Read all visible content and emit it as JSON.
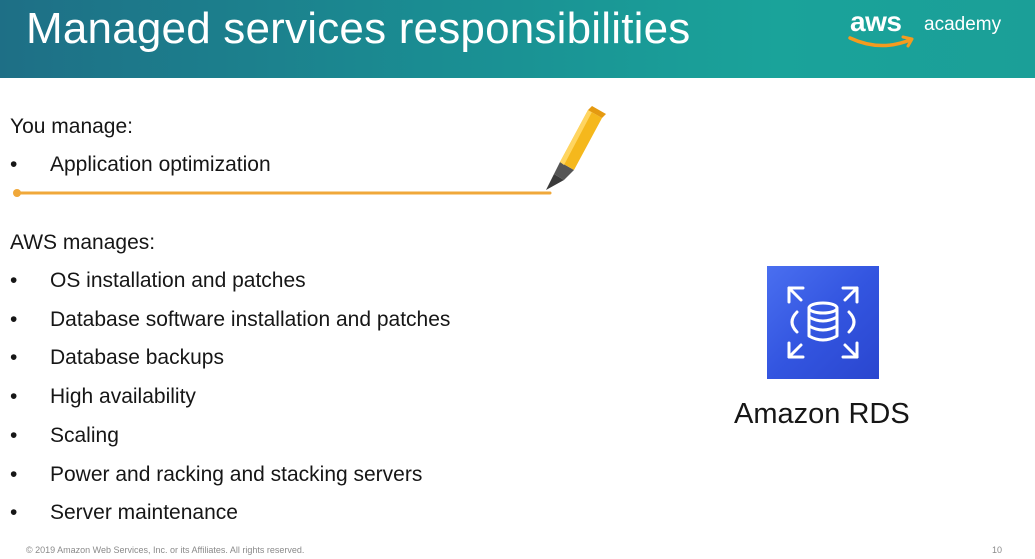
{
  "header": {
    "title": "Managed services responsibilities",
    "brand_aws": "aws",
    "brand_academy": "academy"
  },
  "you_manage": {
    "heading": "You manage:",
    "items": [
      {
        "bullet": "•",
        "text": "Application optimization"
      }
    ]
  },
  "aws_manages": {
    "heading": "AWS manages:",
    "items": [
      {
        "bullet": "•",
        "text": "OS installation and patches"
      },
      {
        "bullet": "•",
        "text": "Database software installation and patches"
      },
      {
        "bullet": "•",
        "text": "Database backups"
      },
      {
        "bullet": "•",
        "text": "High availability"
      },
      {
        "bullet": "•",
        "text": "Scaling"
      },
      {
        "bullet": "•",
        "text": "Power and racking and stacking servers"
      },
      {
        "bullet": "•",
        "text": "Server maintenance"
      }
    ]
  },
  "service": {
    "label": "Amazon RDS",
    "icon": "amazon-rds-icon"
  },
  "footer": {
    "copyright": "© 2019 Amazon Web Services, Inc. or its Affiliates. All rights reserved.",
    "page_number": "10"
  },
  "colors": {
    "header_start": "#1e6f86",
    "header_end": "#1aa39a",
    "highlight": "#f0a83a",
    "marker_body": "#f5b81c",
    "rds_icon": "#3355e0"
  }
}
